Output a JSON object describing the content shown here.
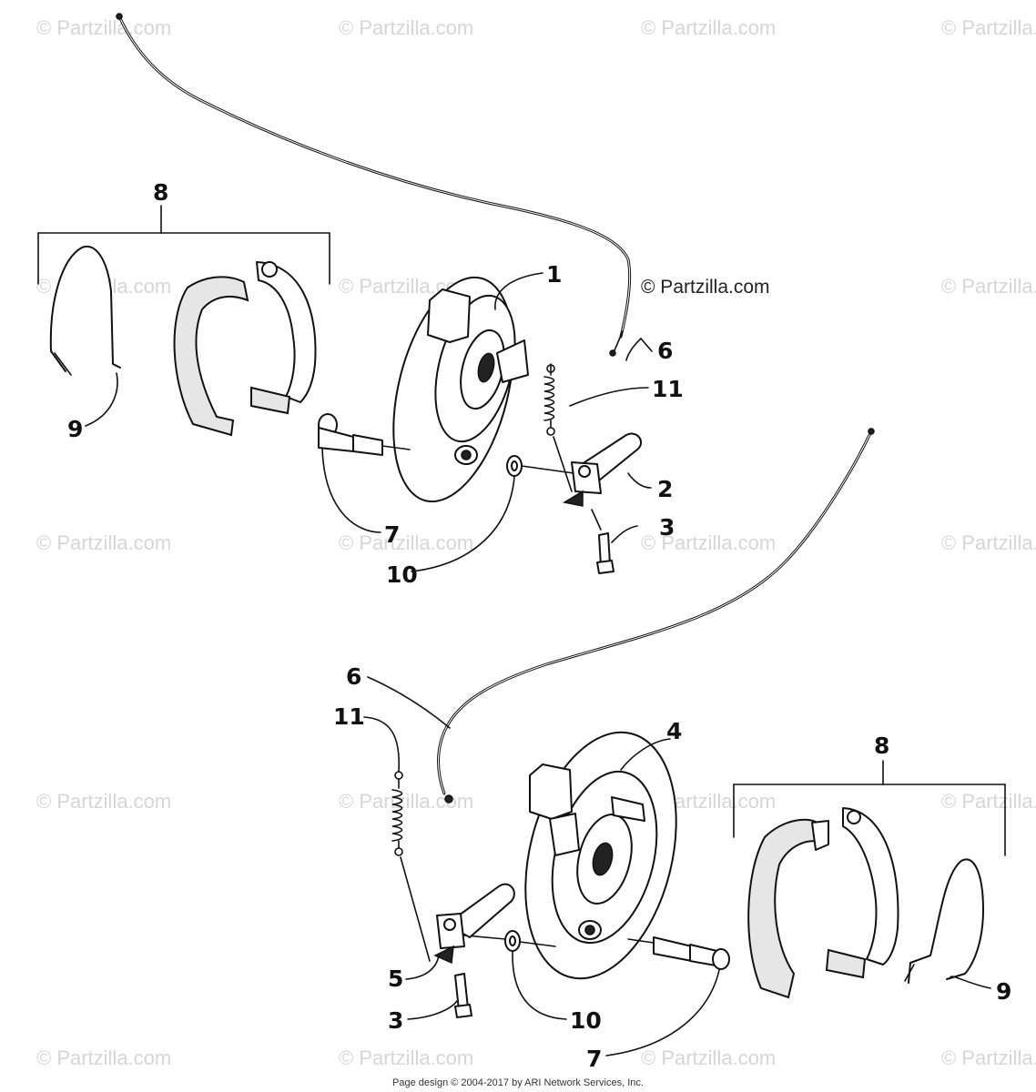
{
  "watermark": "© Partzilla.com",
  "main_watermark": "© Partzilla.com",
  "callouts": [
    {
      "label": "1"
    },
    {
      "label": "2"
    },
    {
      "label": "3"
    },
    {
      "label": "4"
    },
    {
      "label": "5"
    },
    {
      "label": "6"
    },
    {
      "label": "7"
    },
    {
      "label": "8"
    },
    {
      "label": "9"
    },
    {
      "label": "10"
    },
    {
      "label": "11"
    }
  ],
  "footer": "Page design © 2004-2017 by ARI Network Services, Inc."
}
